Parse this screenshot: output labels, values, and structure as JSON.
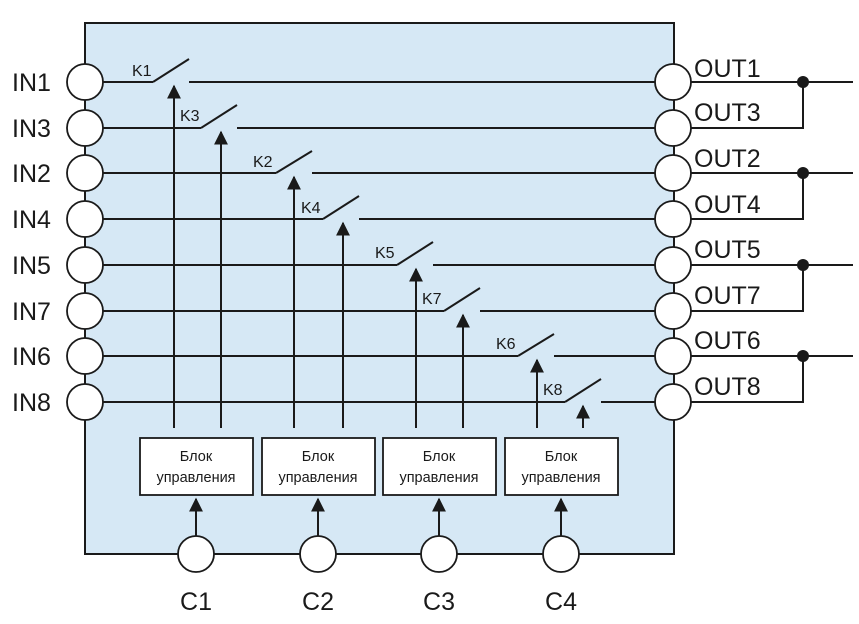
{
  "colors": {
    "panel_fill": "#d6e8f5",
    "stroke": "#1a1a1a",
    "block_fill": "#ffffff"
  },
  "inputs": [
    "IN1",
    "IN3",
    "IN2",
    "IN4",
    "IN5",
    "IN7",
    "IN6",
    "IN8"
  ],
  "outputs": [
    "OUT1",
    "OUT3",
    "OUT2",
    "OUT4",
    "OUT5",
    "OUT7",
    "OUT6",
    "OUT8"
  ],
  "switches": [
    "K1",
    "K3",
    "K2",
    "K4",
    "K5",
    "K7",
    "K6",
    "K8"
  ],
  "control_blocks": [
    {
      "line1": "Блок",
      "line2": "управления"
    },
    {
      "line1": "Блок",
      "line2": "управления"
    },
    {
      "line1": "Блок",
      "line2": "управления"
    },
    {
      "line1": "Блок",
      "line2": "управления"
    }
  ],
  "control_pins": [
    "C1",
    "C2",
    "C3",
    "C4"
  ]
}
